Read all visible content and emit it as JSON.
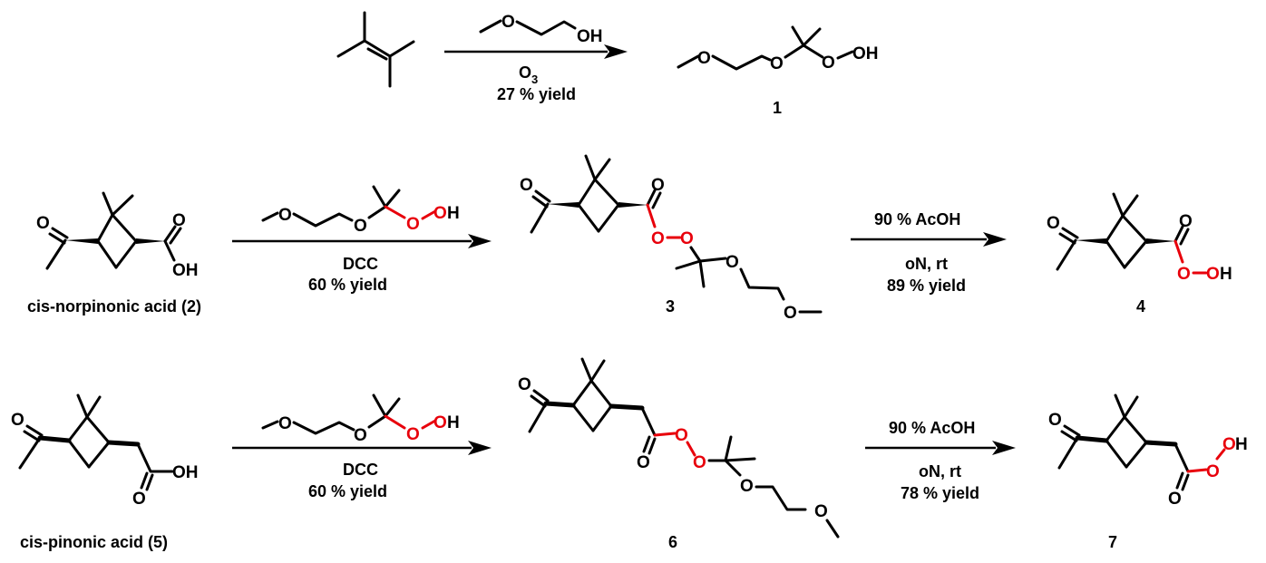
{
  "atoms": {
    "O": "O",
    "OH": "OH",
    "H": "H"
  },
  "reaction_1": {
    "reagent_top": "OH",
    "reagent_sub_O": "O",
    "reagent_sub_3": "3",
    "yield": "27 % yield",
    "product_label": "1"
  },
  "reaction_2": {
    "reagent": "DCC",
    "yield": "60 % yield",
    "product_label": "3"
  },
  "reaction_3": {
    "reagent": "90 % AcOH",
    "conditions": "oN, rt",
    "yield": "89 % yield",
    "product_label": "4"
  },
  "reaction_4": {
    "reagent": "DCC",
    "yield": "60 % yield",
    "product_label": "6"
  },
  "reaction_5": {
    "reagent": "90 % AcOH",
    "conditions": "oN, rt",
    "yield": "78 % yield",
    "product_label": "7"
  },
  "compounds": {
    "norpinonic_label": "cis-norpinonic acid (2)",
    "pinonic_label": "cis-pinonic acid (5)"
  },
  "colors": {
    "bond": "#000000",
    "peroxide": "#e8000b"
  }
}
